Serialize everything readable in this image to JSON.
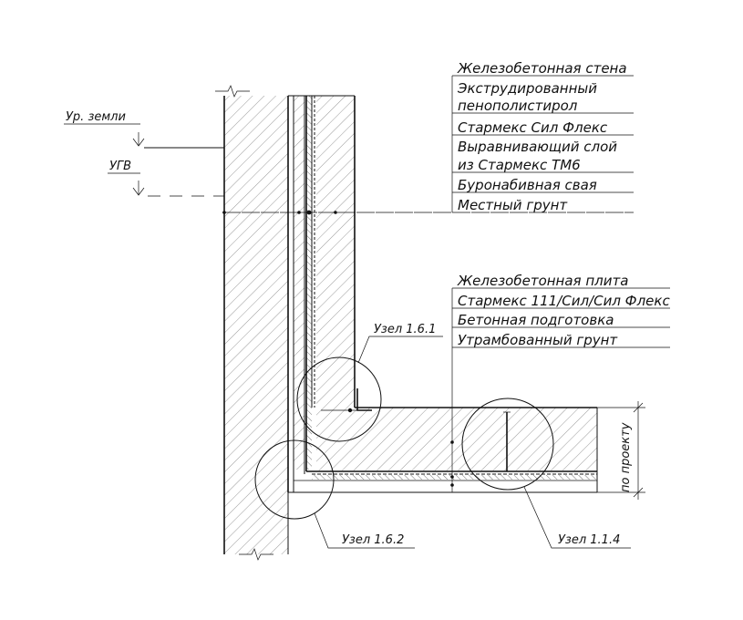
{
  "ground_level_label": "Ур. земли",
  "groundwater_label": "УГВ",
  "wall_layers": [
    "Железобетонная стена",
    "Экструдированный",
    "пенополистирол",
    "Стармекс Сил Флекс",
    "Выравнивающий слой",
    "из Стармекс ТМ6",
    "Буронабивная свая",
    "Местный грунт"
  ],
  "slab_layers": [
    "Железобетонная плита",
    "Стармекс 111/Сил/Сил Флекс",
    "Бетонная подготовка",
    "Утрамбованный грунт"
  ],
  "node_1": "Узел 1.6.1",
  "node_2": "Узел 1.6.2",
  "node_3": "Узел 1.1.4",
  "dimension_label": "по проекту"
}
